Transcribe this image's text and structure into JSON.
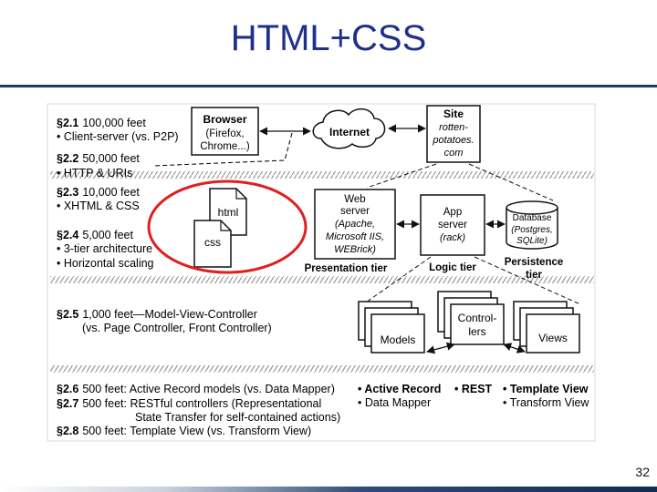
{
  "slide": {
    "title": "HTML+CSS",
    "page_number": "32"
  },
  "sections": {
    "s21": {
      "num": "§2.1",
      "head": "100,000 feet",
      "bullet": "• Client-server (vs. P2P)"
    },
    "s22": {
      "num": "§2.2",
      "head": "50,000 feet",
      "bullet": "• HTTP & URIs"
    },
    "s23": {
      "num": "§2.3",
      "head": "10,000 feet",
      "bullet": "• XHTML & CSS"
    },
    "s24": {
      "num": "§2.4",
      "head": "5,000 feet",
      "bullet1": "• 3-tier architecture",
      "bullet2": "• Horizontal scaling"
    },
    "s25": {
      "num": "§2.5",
      "line1": "1,000 feet—Model-View-Controller",
      "line2": "(vs. Page Controller, Front Controller)"
    },
    "s26": {
      "num": "§2.6",
      "text": "500 feet: Active Record models (vs. Data Mapper)"
    },
    "s27": {
      "num": "§2.7",
      "line1": "500 feet: RESTful controllers (Representational",
      "line2": "State Transfer for self-contained actions)"
    },
    "s28": {
      "num": "§2.8",
      "text": "500 feet: Template View (vs. Transform View)"
    }
  },
  "boxes": {
    "browser": {
      "title": "Browser",
      "line1": "(Firefox,",
      "line2": "Chrome...)"
    },
    "internet": "Internet",
    "site": {
      "title": "Site",
      "line1": "rotten-",
      "line2": "potatoes.",
      "line3": "com"
    },
    "html_doc": "html",
    "css_doc": "css",
    "web_server": {
      "line1": "Web",
      "line2": "server",
      "line3": "(Apache,",
      "line4": "Microsoft IIS,",
      "line5": "WEBrick)"
    },
    "app_server": {
      "line1": "App",
      "line2": "server",
      "line3": "(rack)"
    },
    "database": {
      "line1": "Database",
      "line2": "(Postgres,",
      "line3": "SQLite)"
    },
    "presentation_tier": "Presentation tier",
    "logic_tier": "Logic tier",
    "persistence_tier": {
      "line1": "Persistence",
      "line2": "tier"
    },
    "models": "Models",
    "controllers": {
      "line1": "Control-",
      "line2": "lers"
    },
    "views": "Views"
  },
  "legend": {
    "col1": {
      "b1": "• Active Record",
      "b2": "• Data Mapper"
    },
    "col2": {
      "b1": "• REST"
    },
    "col3": {
      "b1": "• Template View",
      "b2": "• Transform View"
    }
  },
  "colors": {
    "title": "#1f2f8a",
    "highlight_circle": "#e02020",
    "title_rule": "#1f3a66"
  }
}
